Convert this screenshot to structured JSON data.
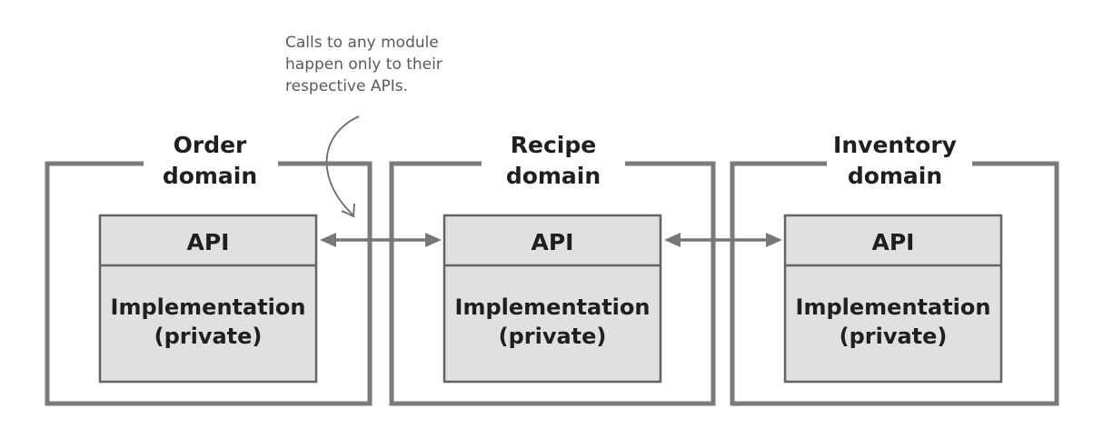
{
  "annotation": {
    "lines": [
      "Calls to any module",
      "happen only to their",
      "respective APIs."
    ]
  },
  "domains": [
    {
      "title_lines": [
        "Order",
        "domain"
      ],
      "api_label": "API",
      "impl_lines": [
        "Implementation",
        "(private)"
      ]
    },
    {
      "title_lines": [
        "Recipe",
        "domain"
      ],
      "api_label": "API",
      "impl_lines": [
        "Implementation",
        "(private)"
      ]
    },
    {
      "title_lines": [
        "Inventory",
        "domain"
      ],
      "api_label": "API",
      "impl_lines": [
        "Implementation",
        "(private)"
      ]
    }
  ],
  "colors": {
    "frame": "#7b7b7b",
    "box_fill": "#e0e0e0",
    "arrow": "#777777"
  }
}
